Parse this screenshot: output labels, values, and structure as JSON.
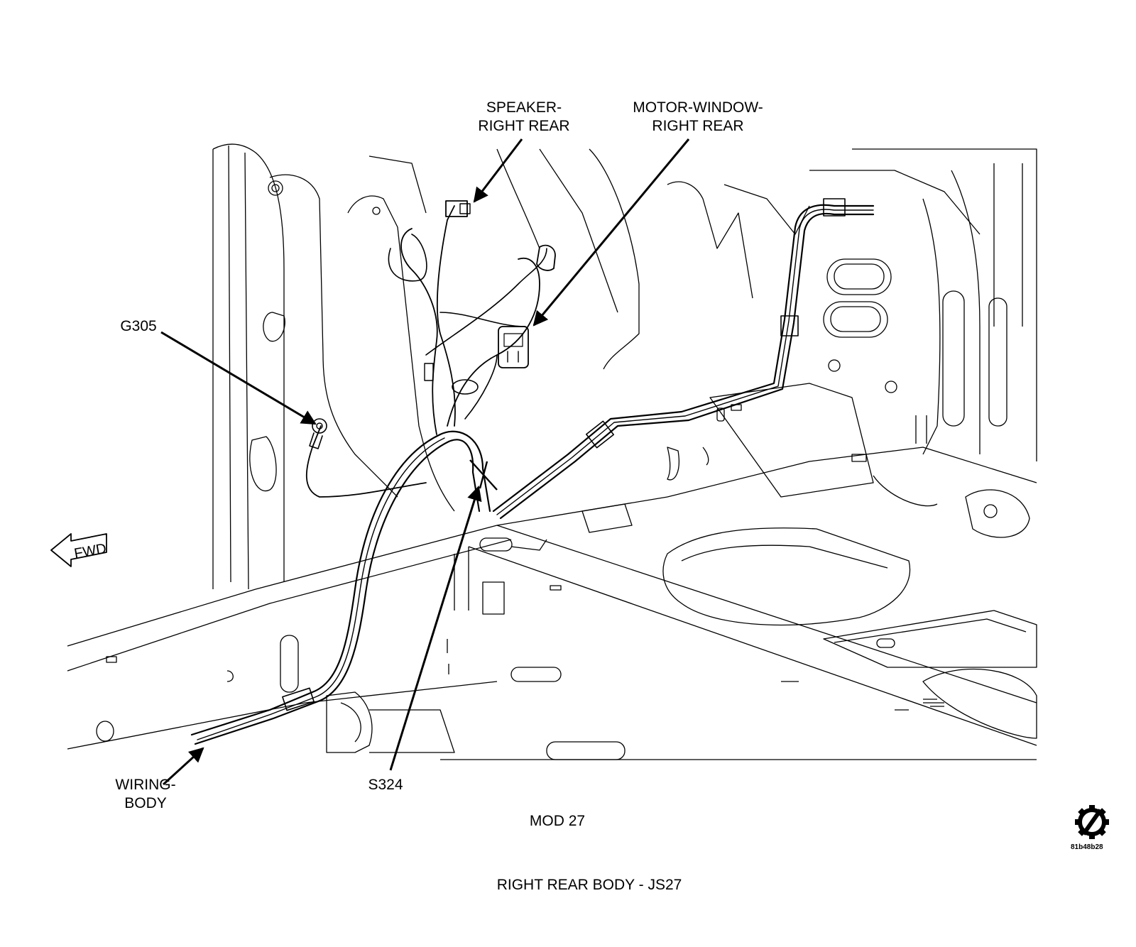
{
  "labels": {
    "speaker": [
      "SPEAKER-",
      "RIGHT REAR"
    ],
    "motor_window": [
      "MOTOR-WINDOW-",
      "RIGHT REAR"
    ],
    "ground": "G305",
    "wiring": [
      "WIRING-",
      "BODY"
    ],
    "splice": "S324",
    "fwd": "FWD"
  },
  "caption": {
    "module": "MOD 27",
    "title": "RIGHT REAR BODY - JS27"
  },
  "corner": {
    "code": "81b48b28",
    "icon": "gear-slash-icon"
  },
  "colors": {
    "ink": "#000000",
    "background": "#ffffff"
  }
}
